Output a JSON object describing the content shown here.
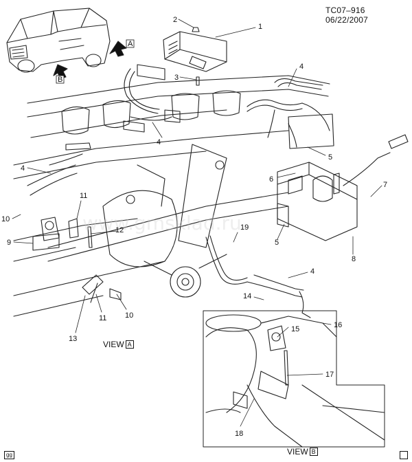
{
  "header": {
    "code": "TC07–916",
    "date": "06/22/2007"
  },
  "watermark": "www.gmsklad.ru",
  "callouts": [
    "1",
    "2",
    "3",
    "4",
    "4",
    "4",
    "4",
    "5",
    "5",
    "6",
    "7",
    "8",
    "9",
    "10",
    "10",
    "11",
    "11",
    "12",
    "13",
    "14",
    "15",
    "16",
    "17",
    "18",
    "19"
  ],
  "arrows": {
    "a": "A",
    "b": "B"
  },
  "views": {
    "a": {
      "prefix": "VIEW",
      "letter": "A"
    },
    "b": {
      "prefix": "VIEW",
      "letter": "B"
    }
  },
  "corner_code": "gg"
}
